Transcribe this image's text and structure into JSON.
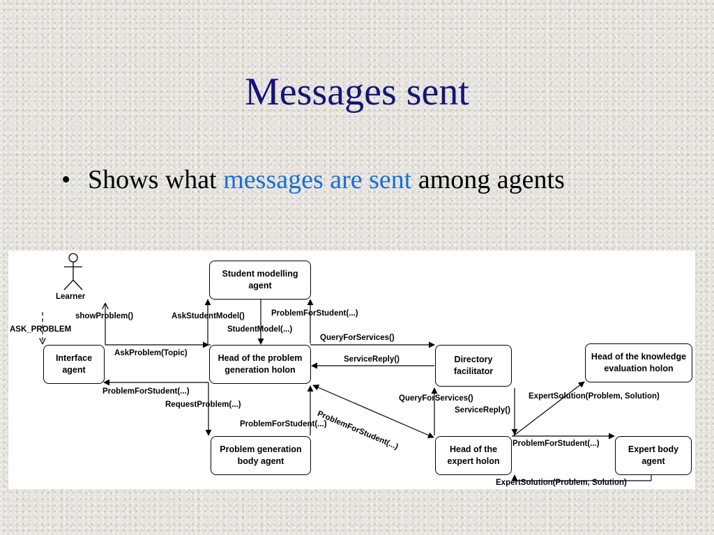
{
  "slide": {
    "title": "Messages sent",
    "bullet": {
      "prefix": "Shows what ",
      "highlight": "messages are sent",
      "suffix": " among agents"
    }
  },
  "diagram": {
    "actor": "Learner",
    "nodes": {
      "student_modelling": "Student modelling agent",
      "interface": "Interface agent",
      "head_problem": "Head of the problem generation holon",
      "directory": "Directory facilitator",
      "head_knowledge": "Head of the knowledge evaluation holon",
      "problem_gen_body": "Problem generation body agent",
      "head_expert": "Head of the expert holon",
      "expert_body": "Expert body agent"
    },
    "messages": {
      "ask_problem": "ASK_PROBLEM",
      "show_problem": "showProblem()",
      "ask_student_model": "AskStudentModel()",
      "problem_for_student_1": "ProblemForStudent(...)",
      "student_model": "StudentModel(...)",
      "ask_problem_topic": "AskProblem(Topic)",
      "query_for_services_1": "QueryForServices()",
      "service_reply_1": "ServiceReply()",
      "problem_for_student_2": "ProblemForStudent(...)",
      "request_problem": "RequestProblem(...)",
      "problem_for_student_3": "ProblemForStudent(...)",
      "problem_for_student_diag": "ProblemForStudent(...)",
      "query_for_services_2": "QueryForServices()",
      "service_reply_2": "ServiceReply()",
      "expert_solution_1": "ExpertSolution(Problem, Solution)",
      "problem_for_student_4": "ProblemForStudent(...)",
      "expert_solution_2": "ExpertSolution(Problem, Solution)"
    }
  }
}
